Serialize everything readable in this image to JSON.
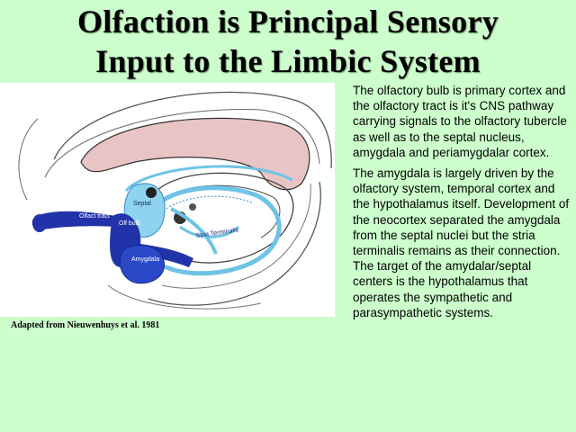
{
  "title": {
    "line1": "Olfaction is Principal Sensory",
    "line2": "Input to the Limbic System"
  },
  "figure": {
    "labels": {
      "olfactory_tract": "Olfact tract",
      "olfactory_bulb": "Olf bulb",
      "septal": "Septal",
      "stria_terminalis": "Stria Terminalis",
      "amygdala": "Amygdala"
    },
    "caption": "Adapted from Nieuwenhuys et al. 1981"
  },
  "body": {
    "paragraph1": "The olfactory bulb is primary cortex and the olfactory tract is it's CNS pathway carrying signals to the olfactory tubercle as well as to the septal nucleus, amygdala and periamygdalar cortex.",
    "paragraph2": "The amygdala is largely driven by the olfactory system, temporal cortex and the hypothalamus itself. Development of the neocortex separated the amygdala from the septal nuclei but the stria terminalis remains as their connection. The target of the amydalar/septal centers is the hypothalamus that operates the sympathetic and parasympathetic systems."
  },
  "colors": {
    "background": "#ccffcc",
    "corpus_callosum": "#e8c4c4",
    "limbic_blue": "#6ec3e6",
    "olfactory_blue": "#2233aa"
  }
}
